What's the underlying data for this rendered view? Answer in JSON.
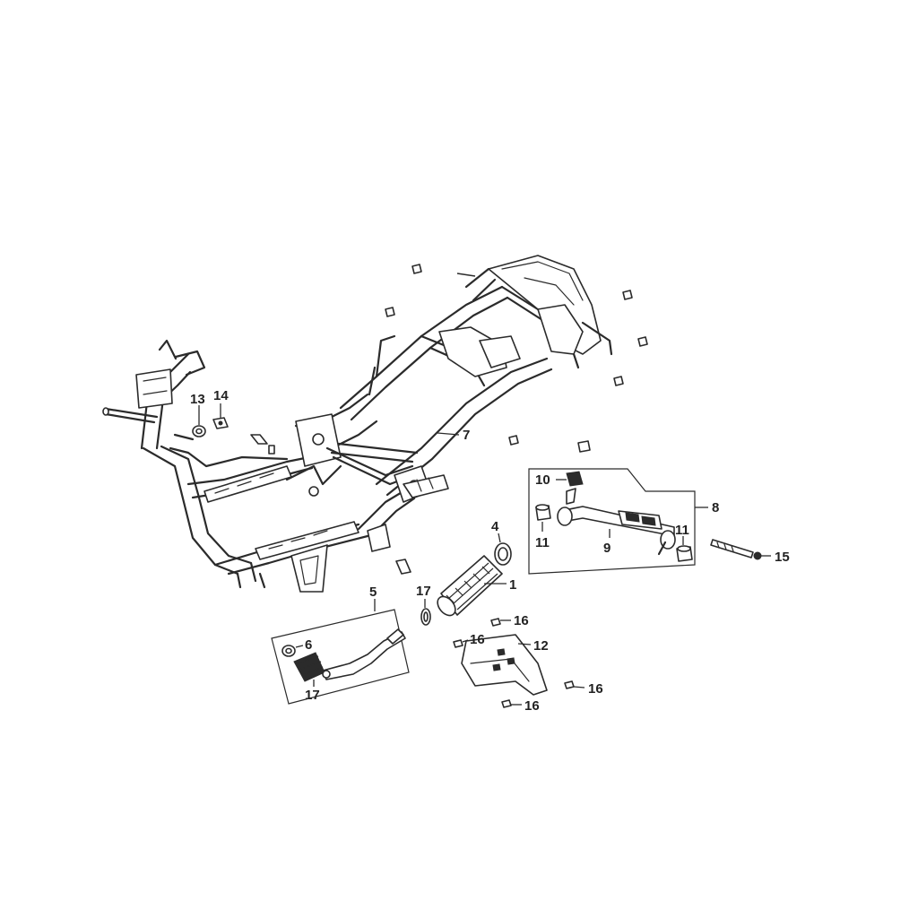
{
  "callouts": {
    "c1": "1",
    "c4": "4",
    "c5": "5",
    "c6": "6",
    "c7": "7",
    "c8": "8",
    "c9": "9",
    "c10": "10",
    "c11a": "11",
    "c11b": "11",
    "c12": "12",
    "c13": "13",
    "c14": "14",
    "c15": "15",
    "c16a": "16",
    "c16b": "16",
    "c16c": "16",
    "c16d": "16",
    "c17a": "17",
    "c17b": "17"
  },
  "colors": {
    "line": "#2b2b2b",
    "background": "#ffffff"
  }
}
